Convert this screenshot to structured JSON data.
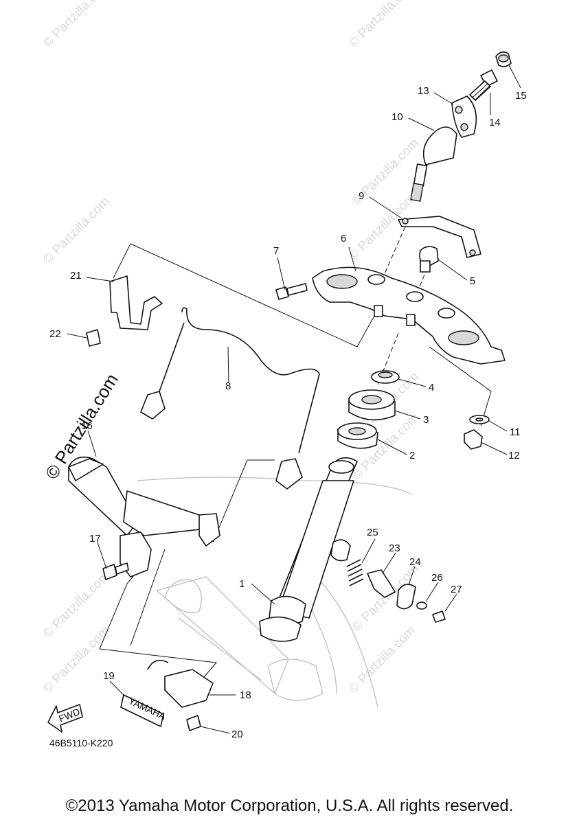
{
  "diagram": {
    "part_code": "46B5110-K220",
    "watermark_text": "© Partzilla.com",
    "watermark_small": "© Partzilla.com",
    "fwd_label": "FWD",
    "yamaha_label": "YAMAHA",
    "callouts": [
      "1",
      "2",
      "3",
      "4",
      "5",
      "6",
      "7",
      "8",
      "9",
      "10",
      "11",
      "12",
      "13",
      "14",
      "15",
      "16",
      "17",
      "18",
      "19",
      "20",
      "21",
      "22",
      "23",
      "24",
      "25",
      "26",
      "27"
    ]
  },
  "footer": {
    "copyright": "©2013 Yamaha Motor Corporation, U.S.A. All rights reserved."
  }
}
